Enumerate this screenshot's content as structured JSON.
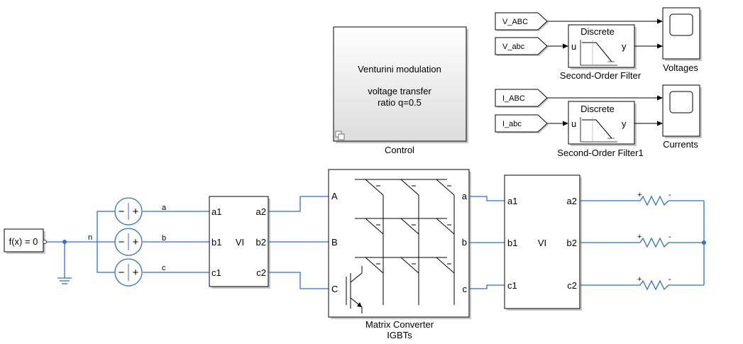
{
  "colors": {
    "wire": "#2f6fd0",
    "block_border": "#000000",
    "shadow": "#c8c8c8"
  },
  "control": {
    "line1": "Venturini modulation",
    "line2": "voltage transfer",
    "line3": "ratio q=0.5",
    "caption": "Control"
  },
  "goto_tags": [
    "V_ABC",
    "V_abc",
    "I_ABC",
    "I_abc"
  ],
  "filter": {
    "title": "Discrete",
    "in": "u",
    "out": "y",
    "captions": [
      "Second-Order Filter",
      "Second-Order Filter1"
    ]
  },
  "scopes": [
    "Voltages",
    "Currents"
  ],
  "solver": "f(x) = 0",
  "neutral_label": "n",
  "phase_labels": [
    "a",
    "b",
    "c"
  ],
  "vm1": {
    "inputs": [
      "a1",
      "b1",
      "c1"
    ],
    "center": "VI",
    "outputs": [
      "a2",
      "b2",
      "c2"
    ]
  },
  "converter": {
    "inputs": [
      "A",
      "B",
      "C"
    ],
    "outputs": [
      "a",
      "b",
      "c"
    ],
    "caption_line1": "Matrix Converter",
    "caption_line2": "IGBTs"
  },
  "vm2": {
    "inputs": [
      "a1",
      "b1",
      "c1"
    ],
    "center": "VI",
    "outputs": [
      "a2",
      "b2",
      "c2"
    ]
  },
  "resistor_signs": {
    "plus": "+",
    "minus": "-"
  }
}
